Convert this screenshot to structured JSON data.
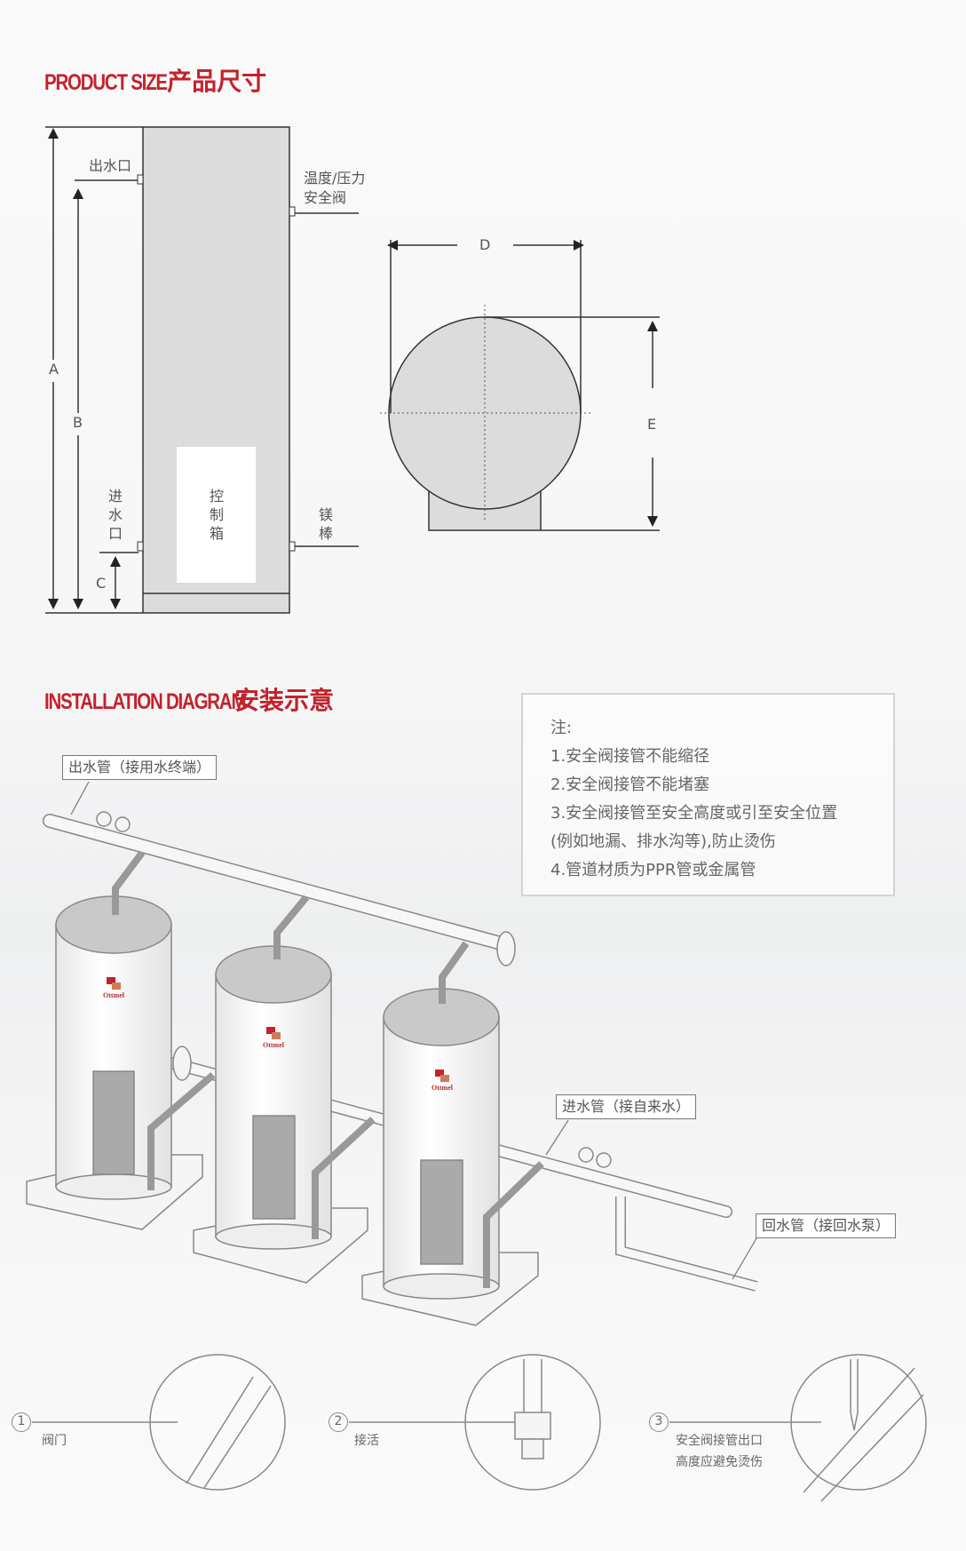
{
  "product_size": {
    "title_en": "PRODUCT SIZE",
    "title_cn": "产品尺寸",
    "labels": {
      "outlet": "出水口",
      "relief_valve_line1": "温度/压力",
      "relief_valve_line2": "安全阀",
      "inlet": "进水口",
      "control_box": "控制箱",
      "anode": "镁棒",
      "dim_a": "A",
      "dim_b": "B",
      "dim_c": "C",
      "dim_d": "D",
      "dim_e": "E"
    }
  },
  "installation": {
    "title_en": "INSTALLATION DIAGRAM",
    "title_cn": "安装示意",
    "notes": {
      "heading": "注:",
      "items": [
        "1.安全阀接管不能缩径",
        "2.安全阀接管不能堵塞",
        "3.安全阀接管至安全高度或引至安全位置",
        "(例如地漏、排水沟等),防止烫伤",
        "4.管道材质为PPR管或金属管"
      ]
    },
    "pipe_labels": {
      "outlet_pipe": "出水管（接用水终端）",
      "inlet_pipe": "进水管（接自来水）",
      "return_pipe": "回水管（接回水泵）"
    },
    "brand": "Ottmel",
    "details": [
      {
        "number": "1",
        "label": "阀门"
      },
      {
        "number": "2",
        "label": "接活"
      },
      {
        "number": "3",
        "label_line1": "安全阀接管出口",
        "label_line2": "高度应避免烫伤"
      }
    ]
  },
  "colors": {
    "accent": "#c4222b",
    "tank": "#dcdcdc",
    "line": "#333333"
  }
}
